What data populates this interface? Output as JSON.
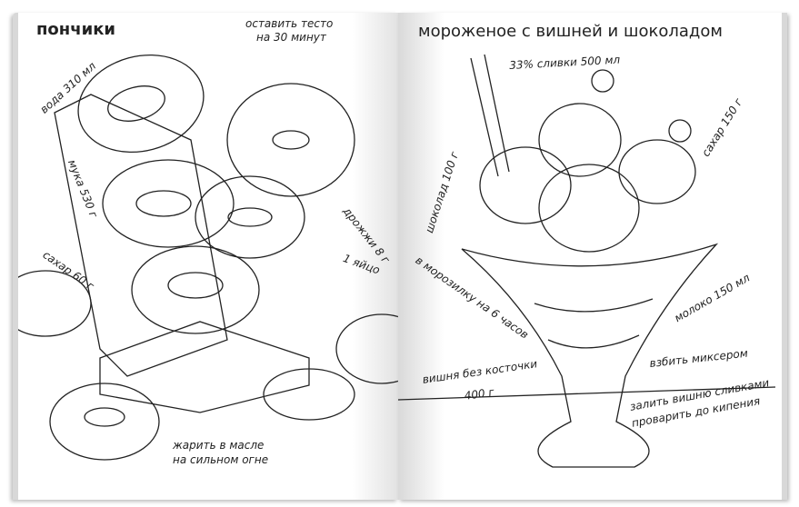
{
  "left_page": {
    "title": "пончики",
    "labels": {
      "rest_dough": "оставить тесто",
      "rest_dough_2": "на 30 минут",
      "water": "вода 310 мл",
      "flour": "мука 530 г",
      "yeast": "дрожжи 8 г",
      "sugar": "сахар 60 г",
      "egg": "1 яйцо",
      "fry": "жарить в масле",
      "fry_2": "на сильном огне"
    }
  },
  "right_page": {
    "title": "мороженое с вишней и шоколадом",
    "labels": {
      "cream": "33% сливки 500 мл",
      "sugar": "сахар 150 г",
      "chocolate": "шоколад 100 г",
      "freezer": "в морозилку на 6 часов",
      "milk": "молоко 150 мл",
      "mixer": "взбить миксером",
      "cherry": "вишня без косточки",
      "cherry_2": "400 г",
      "pour": "залить вишню сливками",
      "boil": "проварить до кипения"
    }
  }
}
